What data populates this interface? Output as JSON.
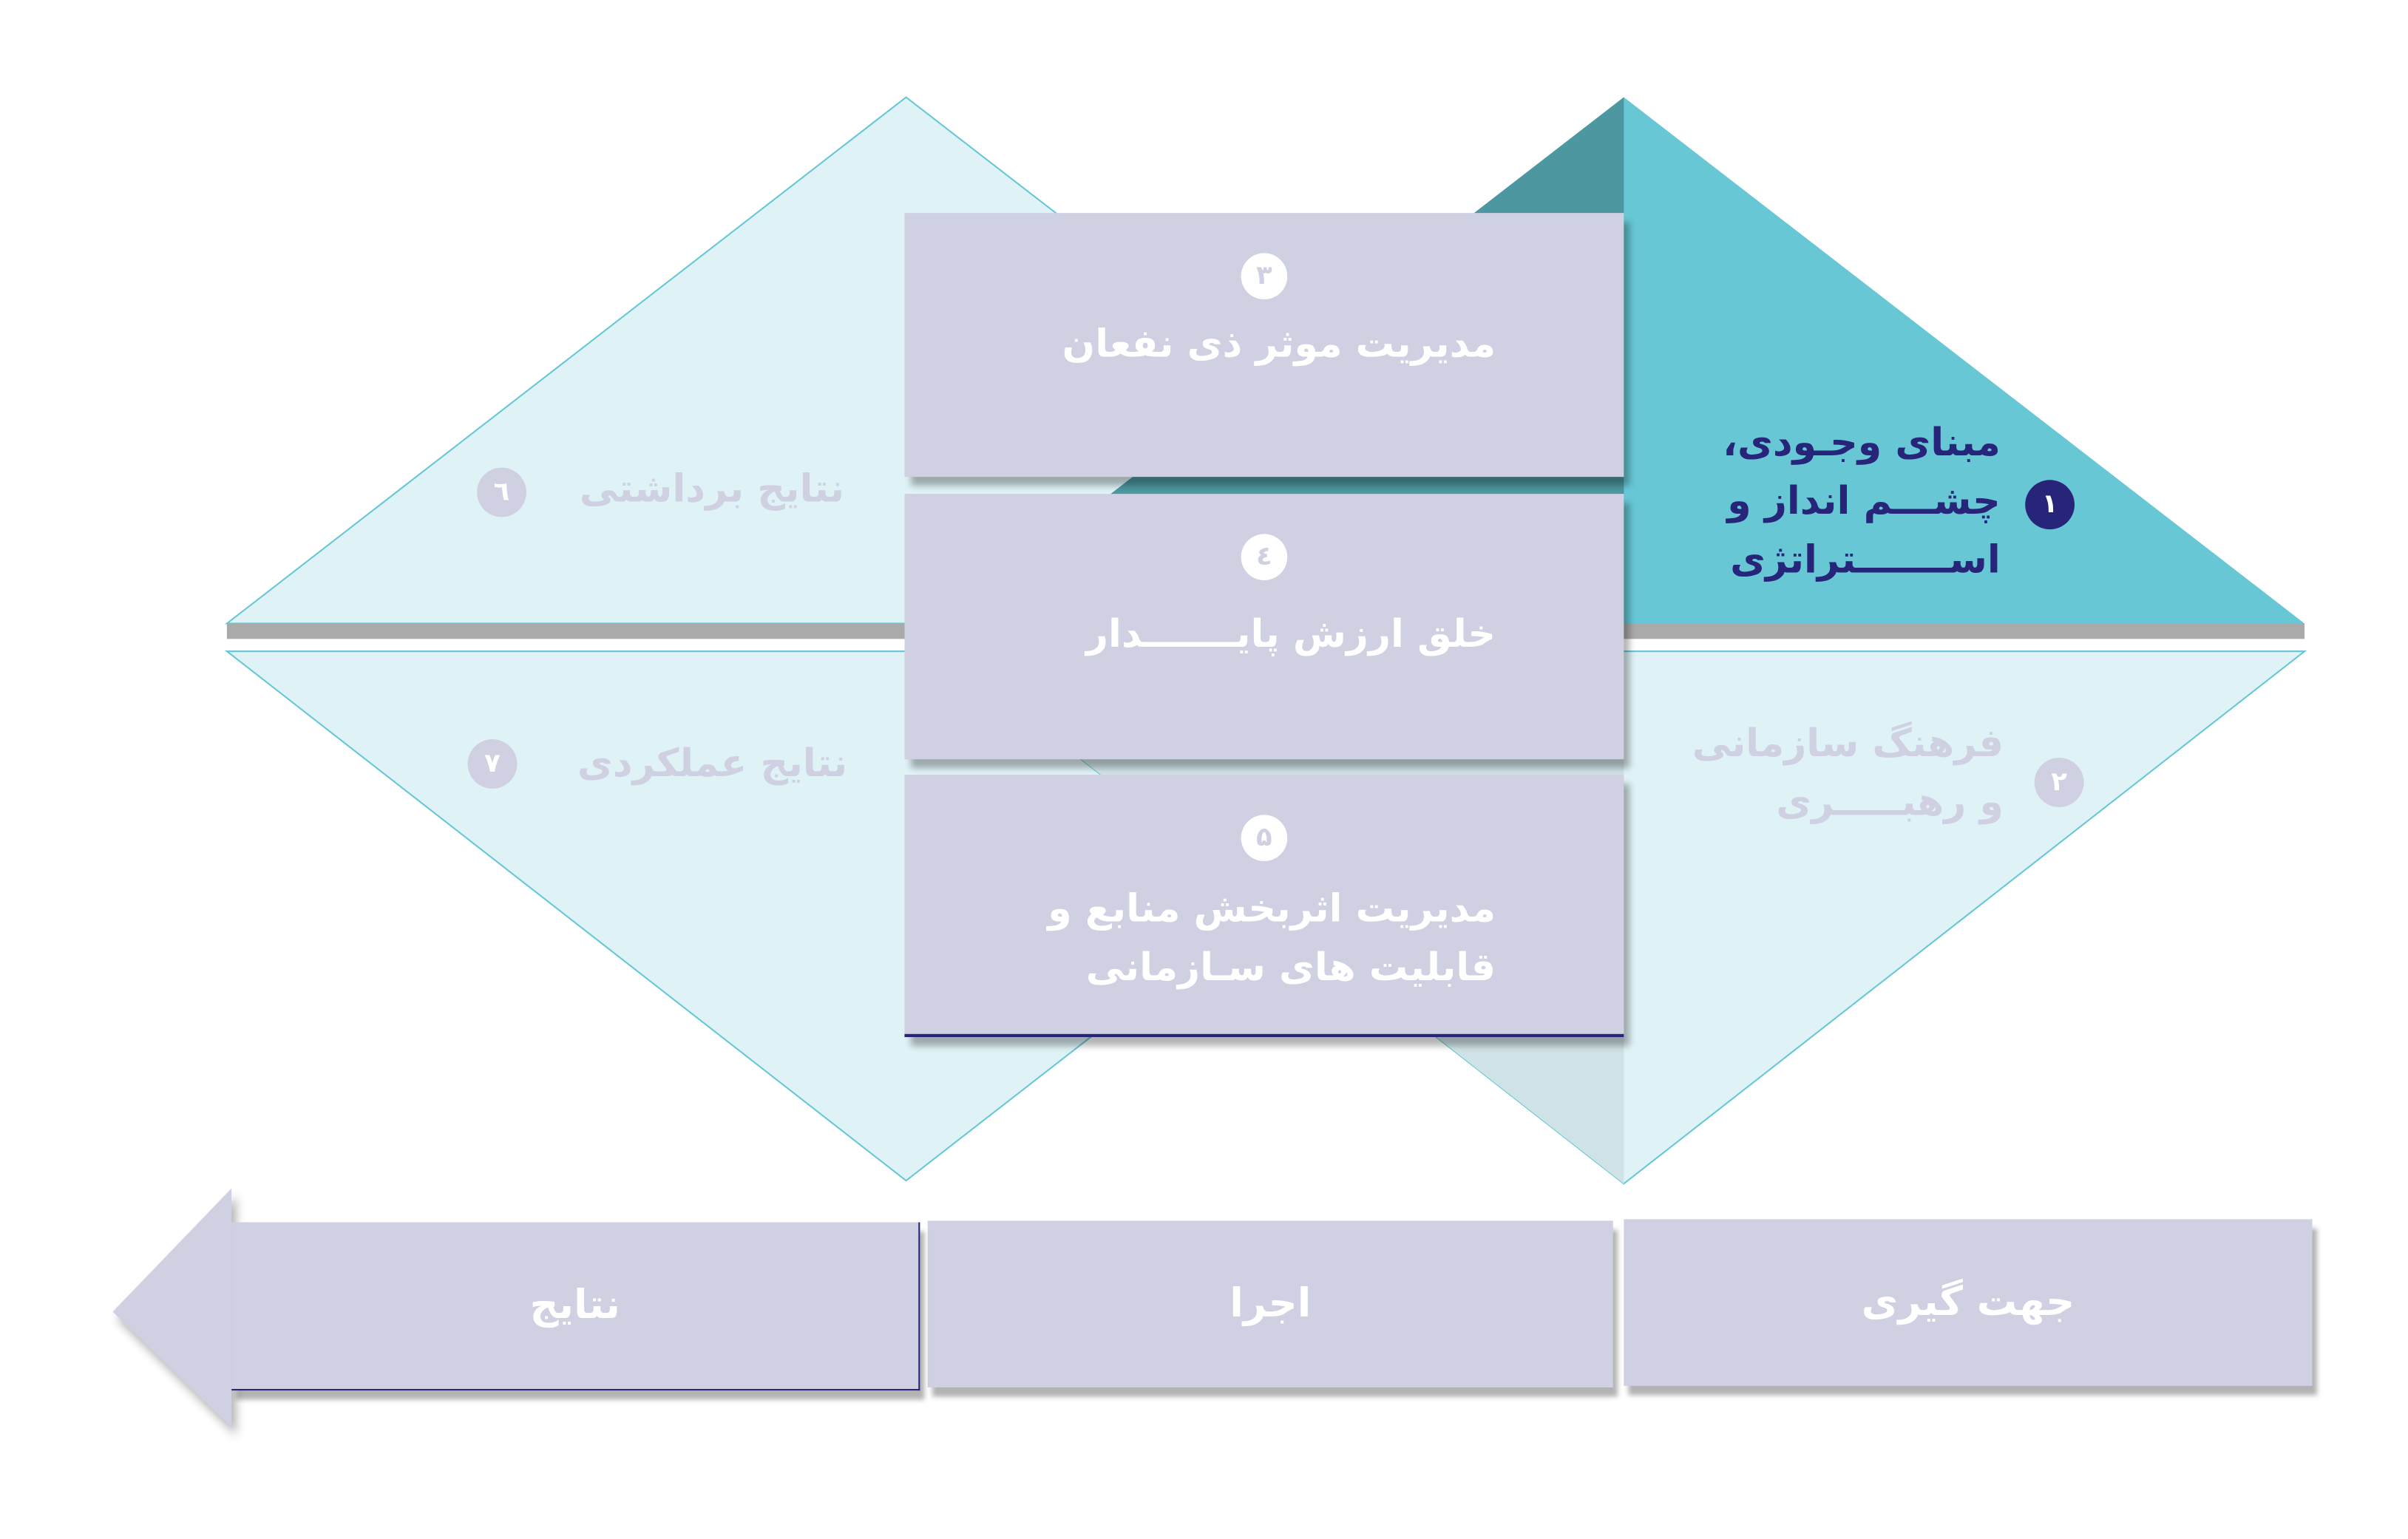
{
  "colors": {
    "teal": "#67c7d5",
    "light_teal": "#dff2f6",
    "box": "#cfd0e2",
    "navy": "#27257a"
  },
  "center_boxes": [
    {
      "number": "۳",
      "text": "مدیریت موثر ذی نفعان"
    },
    {
      "number": "٤",
      "text": "خلق ارزش پایـــــــدار"
    },
    {
      "number": "۵",
      "text": "مدیریت اثربخش منابع و قابلیت های سـازمانی"
    }
  ],
  "side_labels": [
    {
      "number": "۱",
      "text": "مبنای وجـودی، چشـــم انداز و اســـــــتراتژی"
    },
    {
      "number": "۲",
      "text": "فرهنگ سازمانی و رهبـــــری"
    },
    {
      "number": "٦",
      "text": "نتایج برداشتی"
    },
    {
      "number": "۷",
      "text": "نتایج عملکردی"
    }
  ],
  "steps": [
    "جهت گیری",
    "اجرا",
    "نتایج"
  ]
}
